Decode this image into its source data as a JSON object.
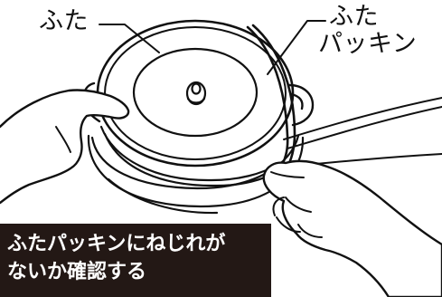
{
  "labels": {
    "lid": "ふた",
    "packing_line1": "ふた",
    "packing_line2": "パッキン"
  },
  "caption": {
    "line1": "ふたパッキンにねじれが",
    "line2": "ないか確認する",
    "background": "#231815",
    "color": "#ffffff"
  },
  "colors": {
    "ink": "#111111",
    "background": "#ffffff"
  }
}
